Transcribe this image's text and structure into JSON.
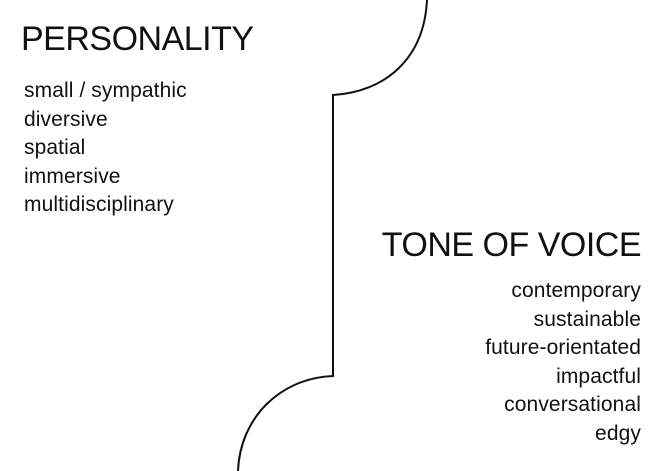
{
  "personality": {
    "title": "PERSONALITY",
    "items": [
      "small / sympathic",
      "diversive",
      "spatial",
      "immersive",
      "multidisciplinary"
    ]
  },
  "tone_of_voice": {
    "title": "TONE OF VOICE",
    "items": [
      "contemporary",
      "sustainable",
      "future-orientated",
      "impactful",
      "conversational",
      "edgy"
    ]
  },
  "colors": {
    "background": "#ffffff",
    "text": "#111111",
    "line": "#111111"
  }
}
